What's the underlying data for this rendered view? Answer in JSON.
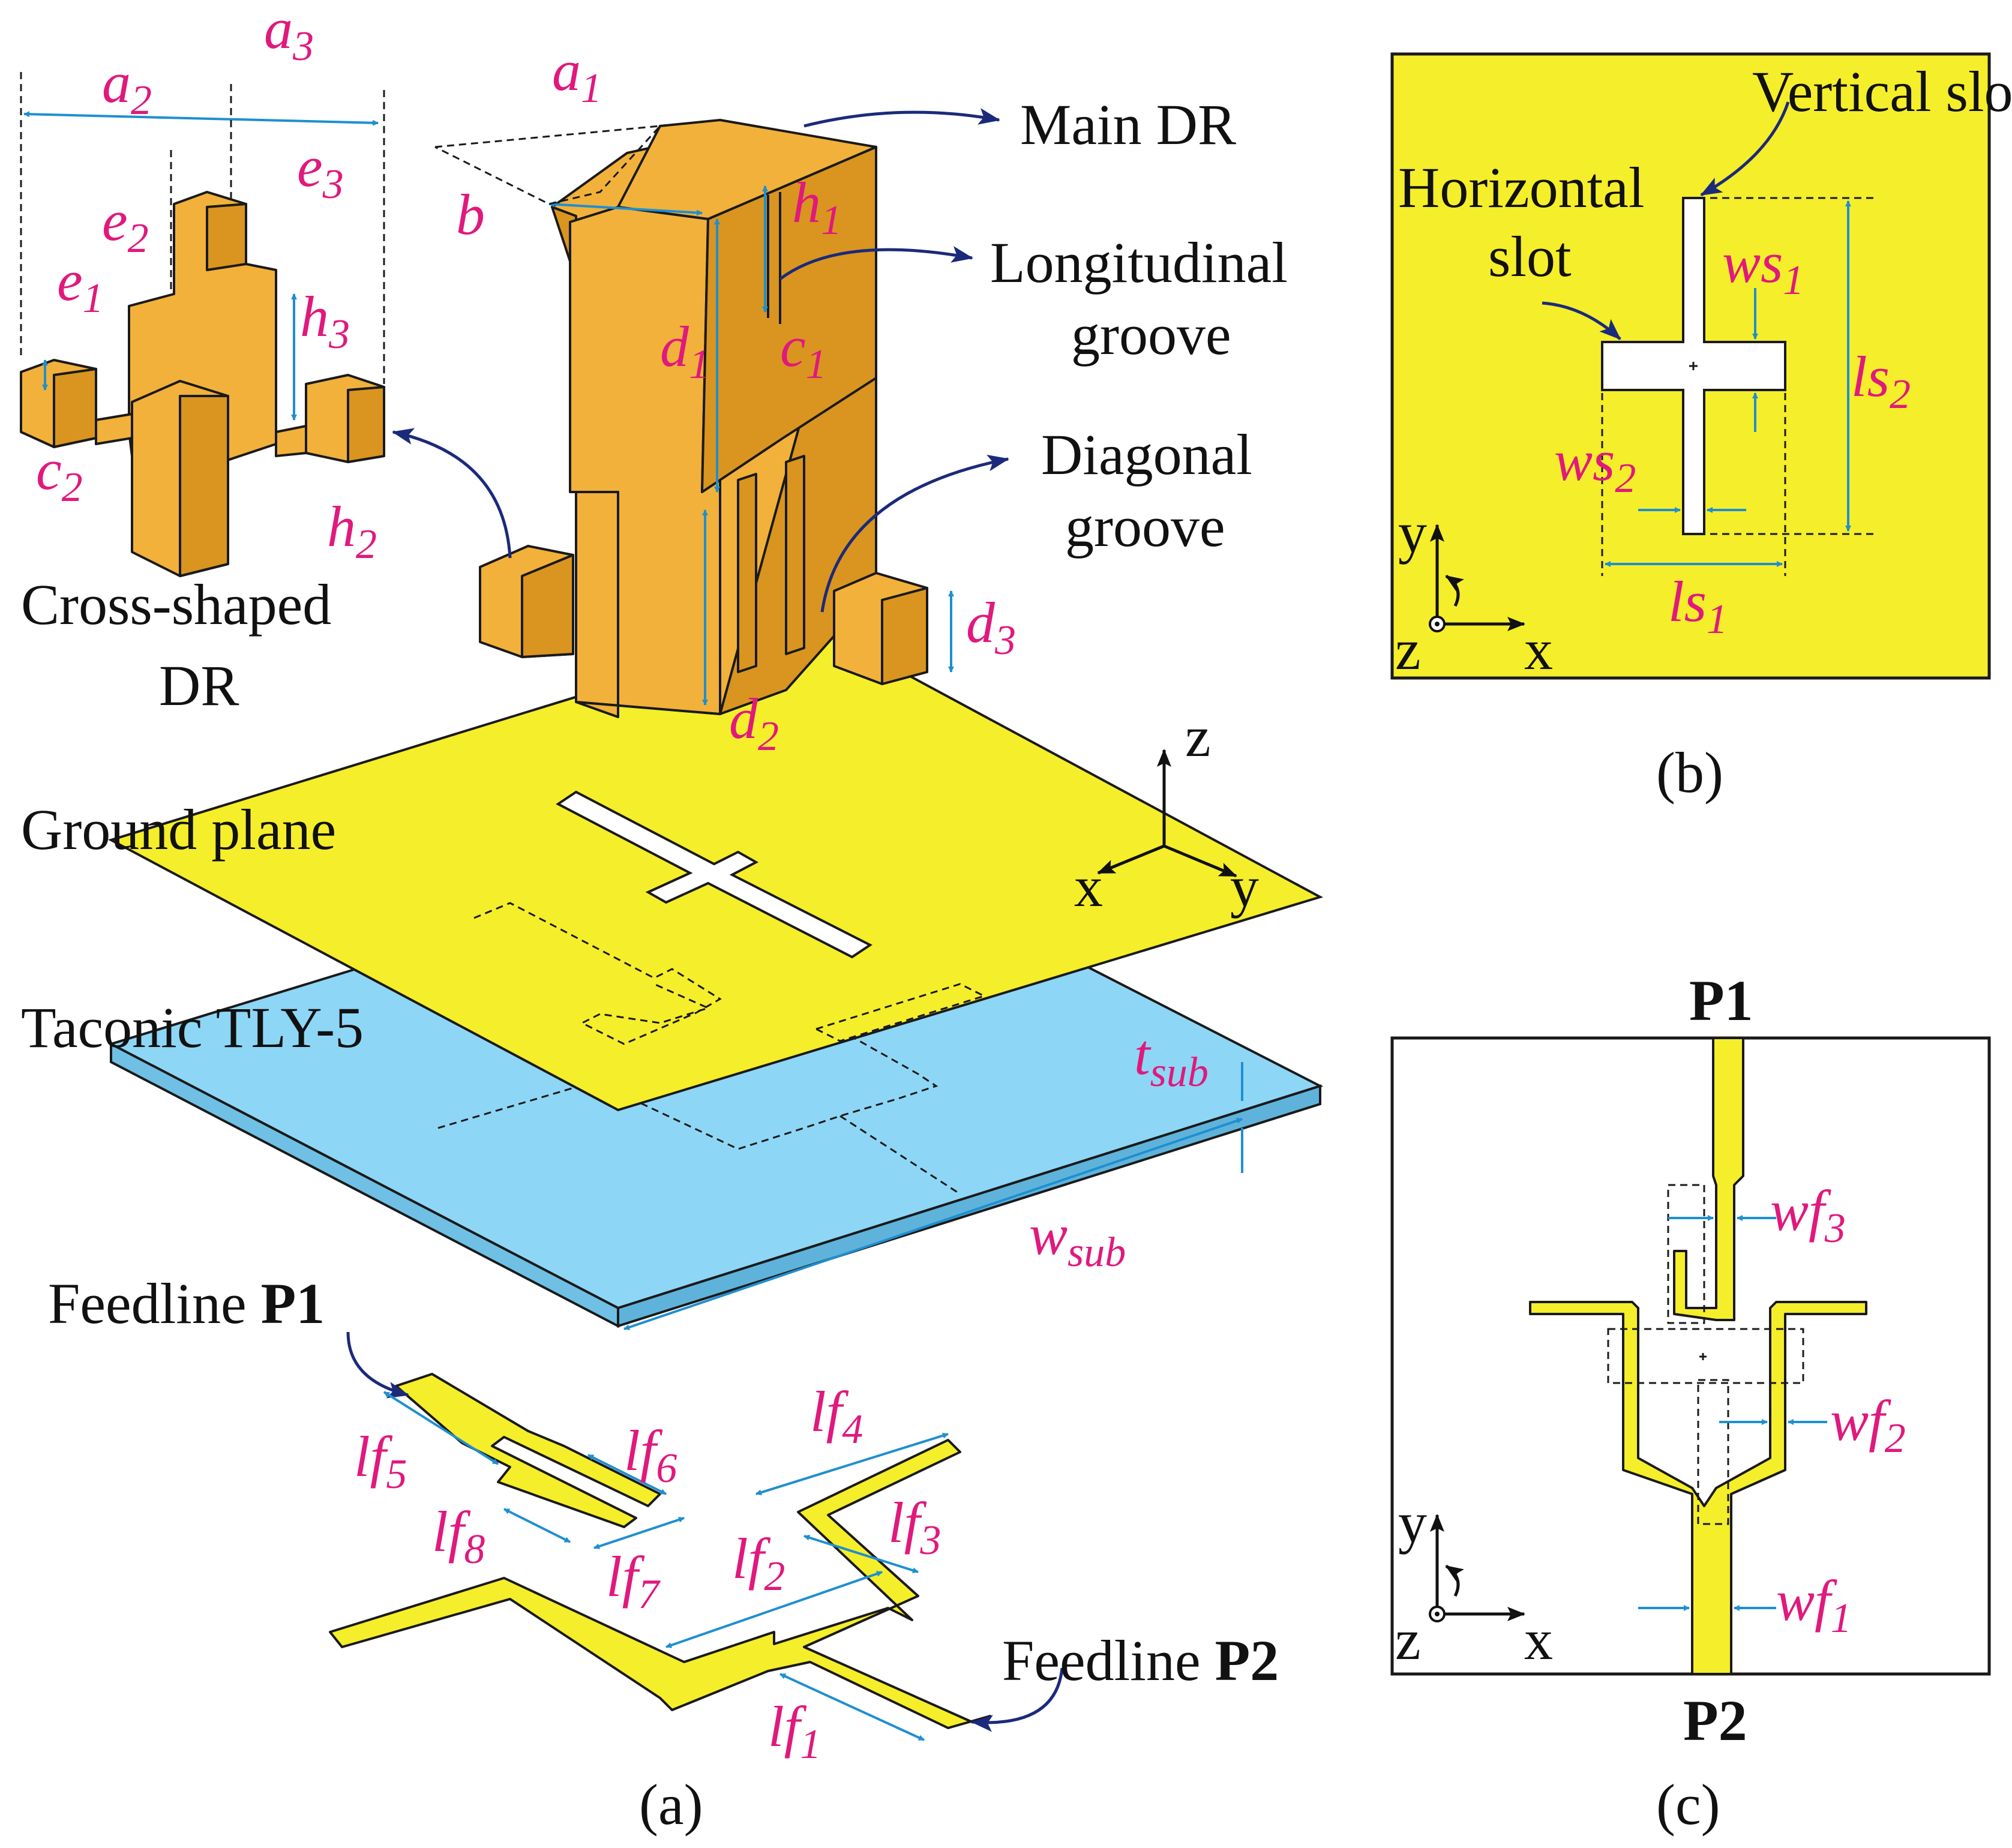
{
  "panels": {
    "a": {
      "caption": "(a)"
    },
    "b": {
      "caption": "(b)"
    },
    "c": {
      "caption": "(c)"
    }
  },
  "labels_a": {
    "main_dr": "Main DR",
    "longitudinal_1": "Longitudinal",
    "longitudinal_2": "groove",
    "diagonal_1": "Diagonal",
    "diagonal_2": "groove",
    "cross_1": "Cross-shaped",
    "cross_2": "DR",
    "ground_plane": "Ground plane",
    "substrate": "Taconic TLY-5",
    "feedline_p1_prefix": "Feedline ",
    "feedline_p1_port": "P1",
    "feedline_p2_prefix": "Feedline ",
    "feedline_p2_port": "P2"
  },
  "labels_b": {
    "vertical_slot": "Vertical slot",
    "horizontal_1": "Horizontal",
    "horizontal_2": "slot"
  },
  "labels_c": {
    "port_top": "P1",
    "port_bottom": "P2"
  },
  "axes": {
    "x": "x",
    "y": "y",
    "z": "z"
  },
  "params": {
    "a1": {
      "base": "a",
      "sub": "1"
    },
    "a2": {
      "base": "a",
      "sub": "2"
    },
    "a3": {
      "base": "a",
      "sub": "3"
    },
    "b": {
      "base": "b",
      "sub": ""
    },
    "c1": {
      "base": "c",
      "sub": "1"
    },
    "c2": {
      "base": "c",
      "sub": "2"
    },
    "d1": {
      "base": "d",
      "sub": "1"
    },
    "d2": {
      "base": "d",
      "sub": "2"
    },
    "d3": {
      "base": "d",
      "sub": "3"
    },
    "e1": {
      "base": "e",
      "sub": "1"
    },
    "e2": {
      "base": "e",
      "sub": "2"
    },
    "e3": {
      "base": "e",
      "sub": "3"
    },
    "h1": {
      "base": "h",
      "sub": "1"
    },
    "h2": {
      "base": "h",
      "sub": "2"
    },
    "h3": {
      "base": "h",
      "sub": "3"
    },
    "tsub": {
      "base": "t",
      "sub": "sub"
    },
    "wsub": {
      "base": "w",
      "sub": "sub"
    },
    "lf1": {
      "base": "lf",
      "sub": "1"
    },
    "lf2": {
      "base": "lf",
      "sub": "2"
    },
    "lf3": {
      "base": "lf",
      "sub": "3"
    },
    "lf4": {
      "base": "lf",
      "sub": "4"
    },
    "lf5": {
      "base": "lf",
      "sub": "5"
    },
    "lf6": {
      "base": "lf",
      "sub": "6"
    },
    "lf7": {
      "base": "lf",
      "sub": "7"
    },
    "lf8": {
      "base": "lf",
      "sub": "8"
    },
    "ws1": {
      "base": "ws",
      "sub": "1"
    },
    "ws2": {
      "base": "ws",
      "sub": "2"
    },
    "ls1": {
      "base": "ls",
      "sub": "1"
    },
    "ls2": {
      "base": "ls",
      "sub": "2"
    },
    "wf1": {
      "base": "wf",
      "sub": "1"
    },
    "wf2": {
      "base": "wf",
      "sub": "2"
    },
    "wf3": {
      "base": "wf",
      "sub": "3"
    }
  },
  "colors": {
    "dielectric": "#f2b13a",
    "ground": "#f5ee2a",
    "substrate": "#8ed6f5",
    "parameter_text": "#e0197d",
    "dimension_line": "#1f8fd0",
    "pointer": "#1b2a7a"
  }
}
